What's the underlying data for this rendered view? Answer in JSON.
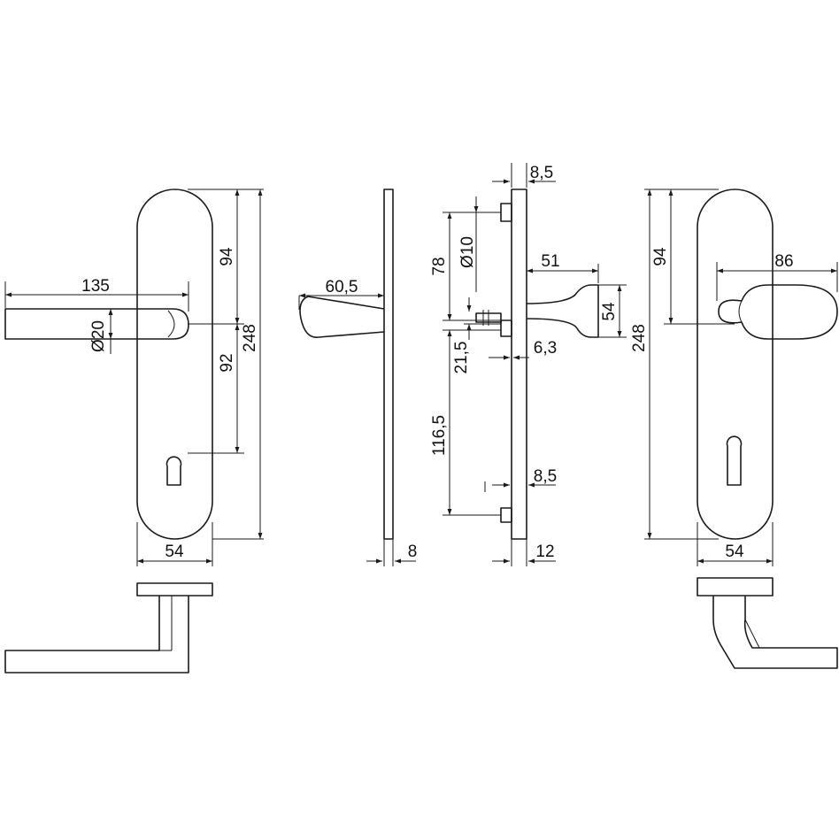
{
  "dimensions": {
    "front_lever": {
      "handle_length": "135",
      "handle_diameter": "Ø20",
      "spindle_to_top": "94",
      "spindle_to_cylinder": "92",
      "plate_height": "248",
      "plate_width": "54"
    },
    "side_lever": {
      "projection": "60,5",
      "plate_thickness": "8"
    },
    "section": {
      "top_offset": "8,5",
      "screw_spacing_top": "78",
      "rosette_diameter": "Ø10",
      "knob_projection": "51",
      "knob_height": "54",
      "spindle_offset": "21,5",
      "shank_thickness": "6,3",
      "screw_spacing_bottom": "116,5",
      "bottom_offset": "8,5",
      "plate_thickness": "12"
    },
    "front_knob": {
      "knob_reach": "86",
      "spindle_to_top": "94",
      "plate_height": "248",
      "plate_width": "54"
    }
  },
  "colors": {
    "line": "#1a1a1a",
    "background": "#ffffff"
  }
}
